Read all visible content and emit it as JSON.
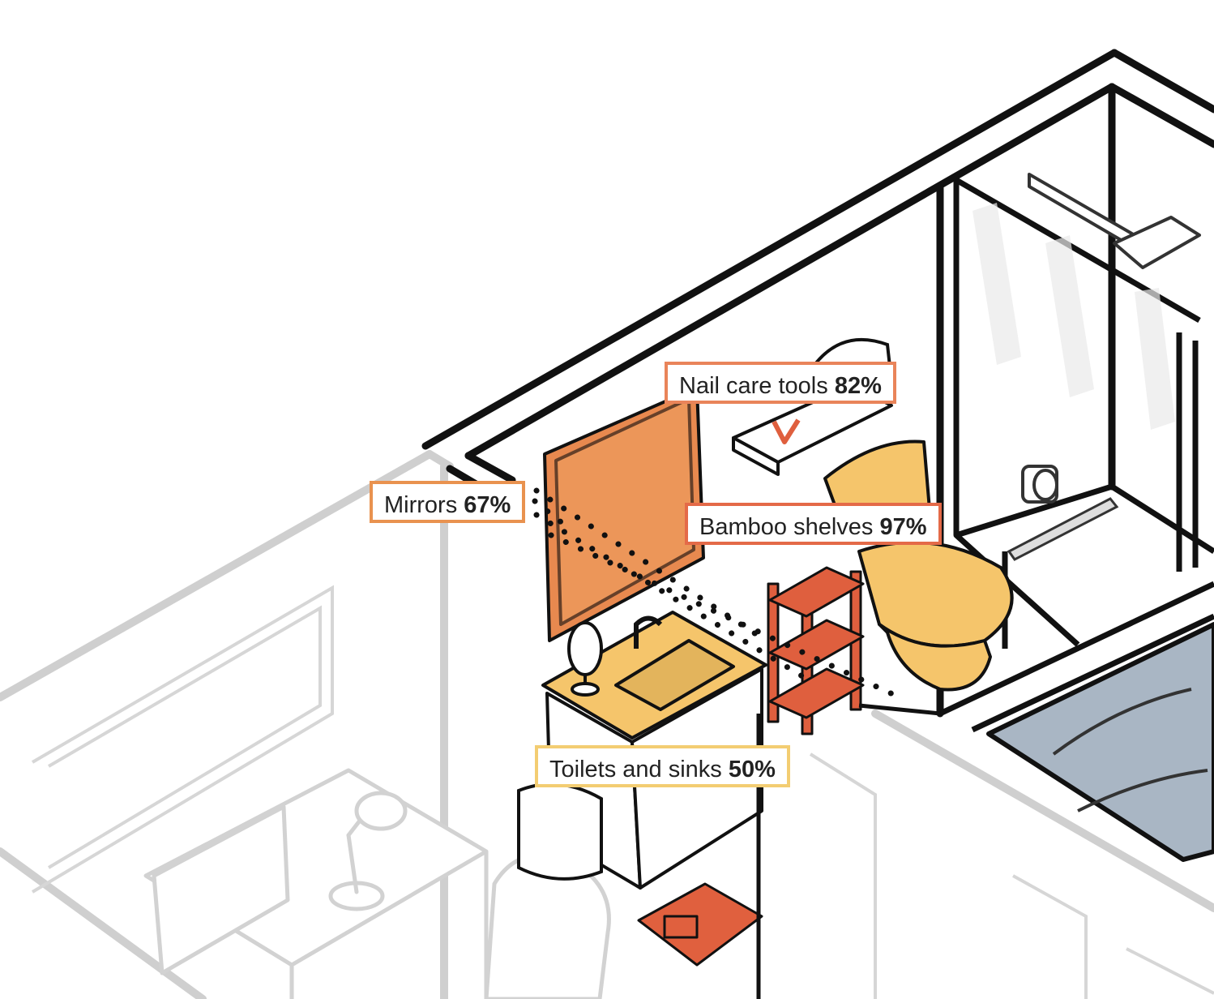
{
  "callouts": [
    {
      "id": "nail",
      "label": "Nail care tools",
      "value": "82%"
    },
    {
      "id": "mirror",
      "label": "Mirrors",
      "value": "67%"
    },
    {
      "id": "bamboo",
      "label": "Bamboo shelves",
      "value": "97%"
    },
    {
      "id": "toilet",
      "label": "Toilets and sinks",
      "value": "50%"
    }
  ],
  "colors": {
    "nail": "#e9845a",
    "mirror": "#e9924f",
    "bamboo": "#e46a48",
    "toilet": "#f3cd72",
    "mirror_fill": "#e8894f",
    "shelf_fill": "#df5f3e",
    "fixture_fill": "#f5c56b",
    "rug_fill": "#e0603e",
    "bath_fill": "#a9b6c4",
    "wall_gray": "#cfcfcf",
    "line_dark": "#111111"
  }
}
